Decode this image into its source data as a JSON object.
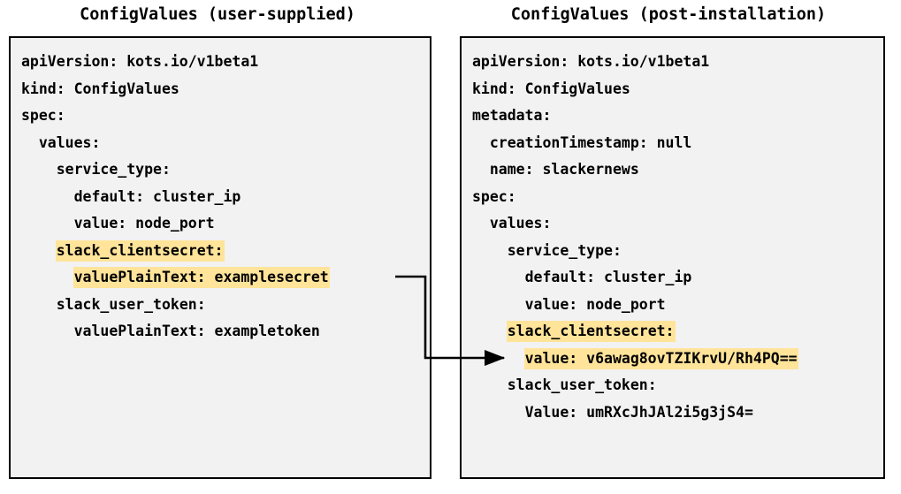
{
  "colors": {
    "highlight": "#ffe49a",
    "box_fill": "#f2f2f2",
    "box_border": "#000000",
    "text": "#000000",
    "connector": "#000000"
  },
  "panels": [
    {
      "id": "user-supplied",
      "title": "ConfigValues (user-supplied)",
      "lines": [
        {
          "text": "apiVersion: kots.io/v1beta1",
          "highlight": false
        },
        {
          "text": "kind: ConfigValues",
          "highlight": false
        },
        {
          "text": "spec:",
          "highlight": false
        },
        {
          "text": "  values:",
          "highlight": false
        },
        {
          "text": "    service_type:",
          "highlight": false
        },
        {
          "text": "      default: cluster_ip",
          "highlight": false
        },
        {
          "text": "      value: node_port",
          "highlight": false
        },
        {
          "text": "    slack_clientsecret:",
          "highlight": true
        },
        {
          "text": "      valuePlainText: examplesecret",
          "highlight": true
        },
        {
          "text": "    slack_user_token:",
          "highlight": false
        },
        {
          "text": "      valuePlainText: exampletoken",
          "highlight": false
        }
      ]
    },
    {
      "id": "post-installation",
      "title": "ConfigValues (post-installation)",
      "lines": [
        {
          "text": "apiVersion: kots.io/v1beta1",
          "highlight": false
        },
        {
          "text": "kind: ConfigValues",
          "highlight": false
        },
        {
          "text": "metadata:",
          "highlight": false
        },
        {
          "text": "  creationTimestamp: null",
          "highlight": false
        },
        {
          "text": "  name: slackernews",
          "highlight": false
        },
        {
          "text": "spec:",
          "highlight": false
        },
        {
          "text": "  values:",
          "highlight": false
        },
        {
          "text": "    service_type:",
          "highlight": false
        },
        {
          "text": "      default: cluster_ip",
          "highlight": false
        },
        {
          "text": "      value: node_port",
          "highlight": false
        },
        {
          "text": "    slack_clientsecret:",
          "highlight": true
        },
        {
          "text": "      value: v6awag8ovTZIKrvU/Rh4PQ==",
          "highlight": true
        },
        {
          "text": "    slack_user_token:",
          "highlight": false
        },
        {
          "text": "      Value: umRXcJhJAl2i5g3jS4=",
          "highlight": false
        }
      ]
    }
  ],
  "connector": {
    "name": "secret-encryption-arrow",
    "from_label": "valuePlainText: examplesecret",
    "to_label": "value: v6awag8ovTZIKrvU/Rh4PQ=="
  }
}
